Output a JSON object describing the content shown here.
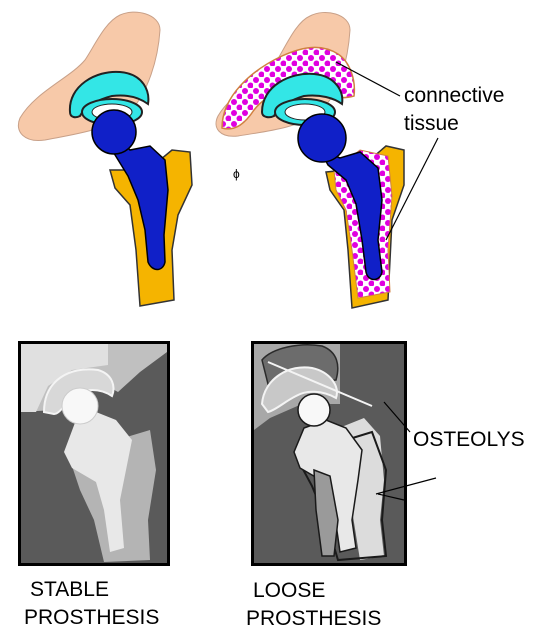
{
  "labels": {
    "connective_line1": "connective",
    "connective_line2": "tissue",
    "osteolysis": "OSTEOLYS",
    "stable_line1": "STABLE",
    "stable_line2": "PROSTHESIS",
    "loose_line1": "LOOSE",
    "loose_line2": "PROSTHESIS",
    "stray_mark": "ϕ"
  },
  "colors": {
    "pelvis": "#f7c9a9",
    "cup": "#33e6e6",
    "implant": "#1020c8",
    "femur": "#f5b400",
    "connective_tissue_dots": "#e000e0",
    "xray_dark": "#5a5a5a",
    "xray_light": "#d8d8d8",
    "xray_bright": "#f4f4f4"
  },
  "icons": [
    "hip-prosthesis-stable-illustration",
    "hip-prosthesis-loose-illustration",
    "xray-stable-illustration",
    "xray-loose-illustration"
  ]
}
